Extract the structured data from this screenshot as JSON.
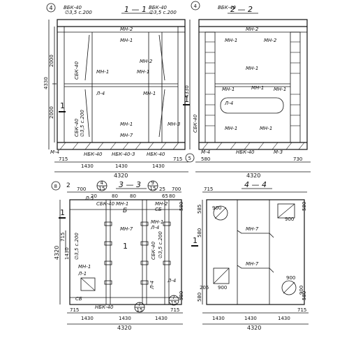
{
  "sections": {
    "s11": {
      "title": "1 — 1",
      "marks": [
        "ВБК-40",
        "ВБК-40",
        "МН-2",
        "МН-1",
        "МН-2",
        "МН-1",
        "МН-1",
        "Л-4",
        "МН-1",
        "МН-1",
        "МН-3",
        "МН-7",
        "СБК-40",
        "СБК-40",
        "НБК-40",
        "НБК-40-3",
        "НБК-40",
        "М-4"
      ],
      "notes": [
        "∅3,5 с.200",
        "∅3,5 с.200",
        "∅3,5 с.200"
      ],
      "dim_vertical": [
        "2000",
        "2000",
        "4330"
      ],
      "dim_bottom": [
        "715",
        "1430",
        "1430",
        "1430",
        "715"
      ],
      "dim_total": "4320",
      "circle_num": "5",
      "label_11": "1"
    },
    "s22": {
      "title": "2 — 2",
      "marks": [
        "ВБК-40",
        "МН-2",
        "МН-1",
        "МН-2",
        "МН-1",
        "МН-1",
        "МН-1",
        "МН-1",
        "Л-4",
        "МН-1",
        "МН-1",
        "М-4",
        "НБК-40",
        "М-3",
        "СБК-40"
      ],
      "dim_vertical": [
        "4330"
      ],
      "dim_bottom": [
        "580",
        "730"
      ],
      "dim_total": "4320",
      "circle_num": "4",
      "label_11": "1"
    },
    "s33": {
      "title": "3 — 3",
      "circle_a": "8",
      "circle_b": "4",
      "circle_b_sub": "15",
      "circle_c": "9",
      "circle_c_sub": "15",
      "num2": "2",
      "dims_top": [
        "700",
        "20",
        "80",
        "25",
        "80",
        "700",
        "65",
        "80",
        "580"
      ],
      "marks": [
        "Л-5",
        "СБК-40",
        "МН-1",
        "Б",
        "МН-2",
        "СБ",
        "МН-7",
        "СБК-40",
        "Л-4",
        "МН-1",
        "Л-4",
        "Л-4",
        "МН-1",
        "Л-1",
        "СБ",
        "НБК-40"
      ],
      "notes": [
        "∅3,5 с.200",
        "∅3,5 с.200"
      ],
      "label_11": "1",
      "label_1": "1",
      "label_1b": "1",
      "dim_left": [
        "715",
        "1430",
        "4320"
      ],
      "dim_bottom": [
        "715",
        "1430",
        "1430",
        "1430",
        "715"
      ],
      "dim_total": "4320",
      "dim_580": "580",
      "circle_d": "7",
      "circle_d_sub": "15",
      "circle_e": "7",
      "circle_e_sub": "15"
    },
    "s44": {
      "title": "4 — 4",
      "dims_top": [
        "715",
        "580"
      ],
      "marks": [
        "МН-7",
        "МН-7"
      ],
      "openings": [
        "900",
        "900",
        "900",
        "900"
      ],
      "num_900": "900",
      "dim_left": [
        "585",
        "580",
        "205",
        "580"
      ],
      "dim_bottom": [
        "1430",
        "1430",
        "1430",
        "715"
      ],
      "dim_total": "4320",
      "dim_580": "580"
    }
  },
  "corner_label": "4"
}
